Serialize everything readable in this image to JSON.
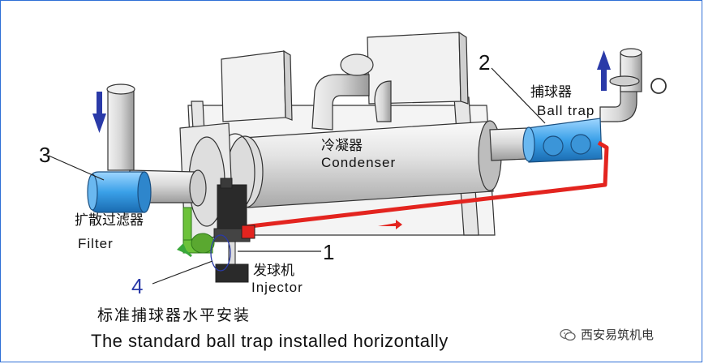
{
  "labels": {
    "num_1": "1",
    "num_2": "2",
    "num_3": "3",
    "num_4": "4",
    "ball_trap_cn": "捕球器",
    "ball_trap_en": "Ball trap",
    "condenser_cn": "冷凝器",
    "condenser_en": "Condenser",
    "filter_cn": "扩散过滤器",
    "filter_en": "Filter",
    "injector_cn": "发球机",
    "injector_en": "Injector"
  },
  "caption": {
    "cn": "标准捕球器水平安装",
    "en": "The standard ball trap  installed horizontally"
  },
  "watermark": {
    "text": "西安易筑机电",
    "icon": "wechat-icon"
  },
  "colors": {
    "frame": "#2f6fd6",
    "return_pipe": "#e3241f",
    "flow_arrow": "#2a3aa8",
    "ball_trap": "#3aa0e8",
    "filter": "#3aa0e8",
    "injector_pipe": "#6cc23a"
  }
}
